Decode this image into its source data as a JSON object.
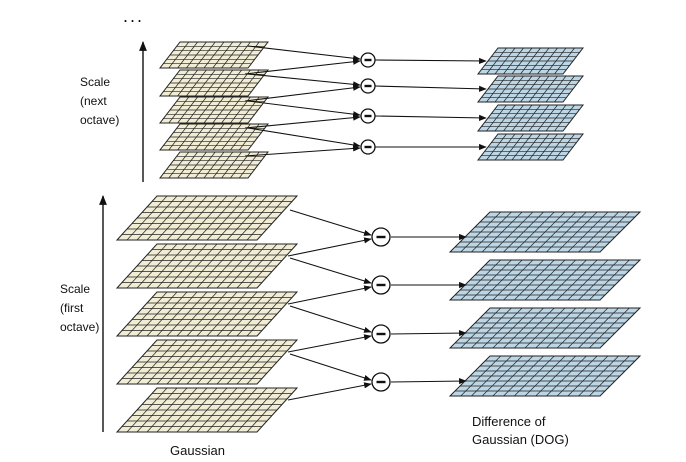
{
  "ellipsis": "...",
  "next_octave_label": [
    "Scale",
    "(next",
    "octave)"
  ],
  "first_octave_label": [
    "Scale",
    "(first",
    "octave)"
  ],
  "gaussian_label": "Gaussian",
  "dog_label": [
    "Difference of",
    "Gaussian (DOG)"
  ],
  "subtract_symbol": "−",
  "colors": {
    "gaussian_fill": "#f1ecd4",
    "dog_fill": "#bcd6e6",
    "grid_stroke": "#222222",
    "arrow_stroke": "#111111"
  }
}
